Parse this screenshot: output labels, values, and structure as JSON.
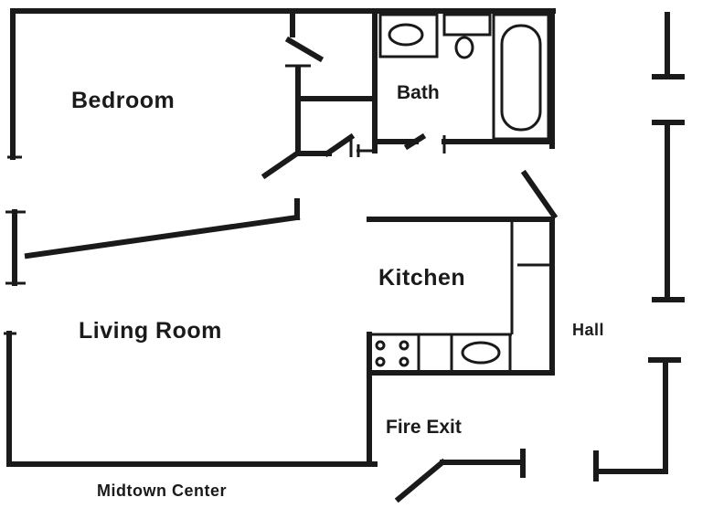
{
  "rooms": {
    "bedroom": "Bedroom",
    "bath": "Bath",
    "kitchen": "Kitchen",
    "living_room": "Living Room",
    "hall": "Hall",
    "fire_exit": "Fire Exit"
  },
  "caption": "Midtown Center"
}
